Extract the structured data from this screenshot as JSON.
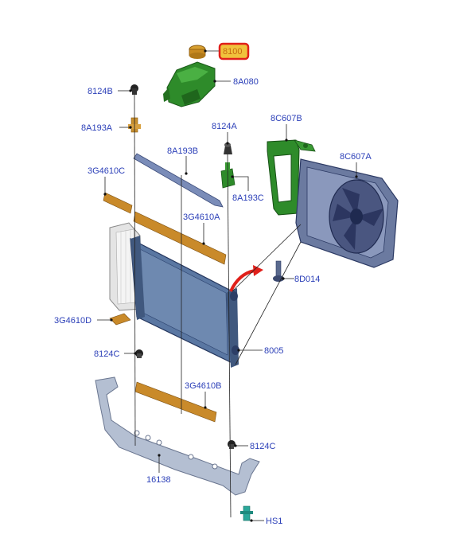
{
  "highlighted_part": "8100",
  "callouts": {
    "p8100": "8100",
    "p8A080": "8A080",
    "p8124B": "8124B",
    "p8A193A": "8A193A",
    "p8124A": "8124A",
    "p8C607B": "8C607B",
    "p8A193B": "8A193B",
    "p8C607A": "8C607A",
    "p3G4610C": "3G4610C",
    "p8A193C": "8A193C",
    "p3G4610A": "3G4610A",
    "p8D014": "8D014",
    "p3G4610D": "3G4610D",
    "p8124C_left": "8124C",
    "p8005": "8005",
    "p3G4610B": "3G4610B",
    "p8124C_right": "8124C",
    "p16138": "16138",
    "pHS1": "HS1"
  },
  "colors": {
    "callout_text": "#2b3fb8",
    "highlight_border": "#e0201a",
    "highlight_fill": "#f0c23c",
    "reservoir_green": "#2e8b2a",
    "fan_shroud": "#5a6a8e",
    "radiator_core": "#4d6a95",
    "foam_strip": "#c98a2a",
    "arrow_red": "#e0201a"
  }
}
